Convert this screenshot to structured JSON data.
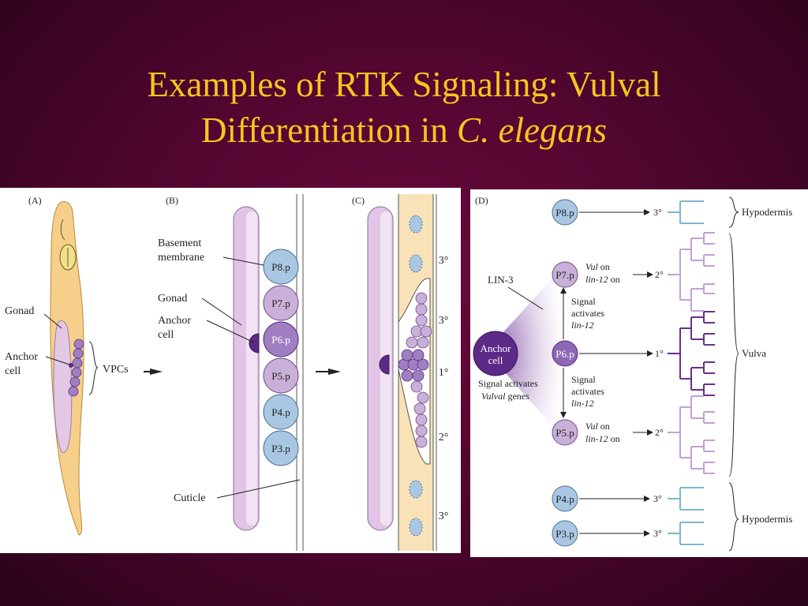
{
  "title": {
    "line1": "Examples of RTK Signaling: Vulval",
    "line2_prefix": "Differentiation in ",
    "line2_italic": "C. elegans"
  },
  "colors": {
    "background": "#5a0735",
    "title": "#f7c51e",
    "gonad": "#d9b3dc",
    "anchor_cell": "#5b2a86",
    "p_cell_blue": "#a9c7e3",
    "p_cell_purple": "#c9b0d8",
    "p_cell_dark": "#9f7fc0",
    "worm_body": "#f6cf8a",
    "tertiary_tree": "#7fb6cf",
    "secondary_tree": "#c59ed6",
    "primary_tree": "#6a2f8e"
  },
  "panel_a": {
    "label": "(A)",
    "gonad": "Gonad",
    "anchor_cell_line1": "Anchor",
    "anchor_cell_line2": "cell",
    "vpcs": "VPCs"
  },
  "panel_b": {
    "label": "(B)",
    "basement_line1": "Basement",
    "basement_line2": "membrane",
    "gonad": "Gonad",
    "anchor_line1": "Anchor",
    "anchor_line2": "cell",
    "cuticle": "Cuticle",
    "cells": [
      "P8.p",
      "P7.p",
      "P6.p",
      "P5.p",
      "P4.p",
      "P3.p"
    ]
  },
  "panel_c": {
    "label": "(C)",
    "fates": [
      "3°",
      "3°",
      "1°",
      "2°",
      "3°"
    ]
  },
  "panel_d": {
    "label": "(D)",
    "lin3": "LIN-3",
    "anchor_line1": "Anchor",
    "anchor_line2": "cell",
    "signal_vulval_1": "Signal activates",
    "signal_vulval_2_italic": "Vulval",
    "signal_vulval_2_rest": " genes",
    "signal_up_1": "Signal",
    "signal_up_2": "activates",
    "signal_up_3": "lin-12",
    "signal_down_1": "Signal",
    "signal_down_2": "activates",
    "signal_down_3": "lin-12",
    "vul_on_italic": "Vul",
    "vul_on_rest": " on",
    "lin12_on_italic": "lin-12",
    "lin12_on_rest": " on",
    "hypodermis_top": "Hypodermis",
    "vulva": "Vulva",
    "hypodermis_bottom": "Hypodermis",
    "rows": [
      {
        "cell": "P8.p",
        "fate": "3°"
      },
      {
        "cell": "P7.p",
        "fate": "2°"
      },
      {
        "cell": "P6.p",
        "fate": "1°"
      },
      {
        "cell": "P5.p",
        "fate": "2°"
      },
      {
        "cell": "P4.p",
        "fate": "3°"
      },
      {
        "cell": "P3.p",
        "fate": "3°"
      }
    ]
  }
}
